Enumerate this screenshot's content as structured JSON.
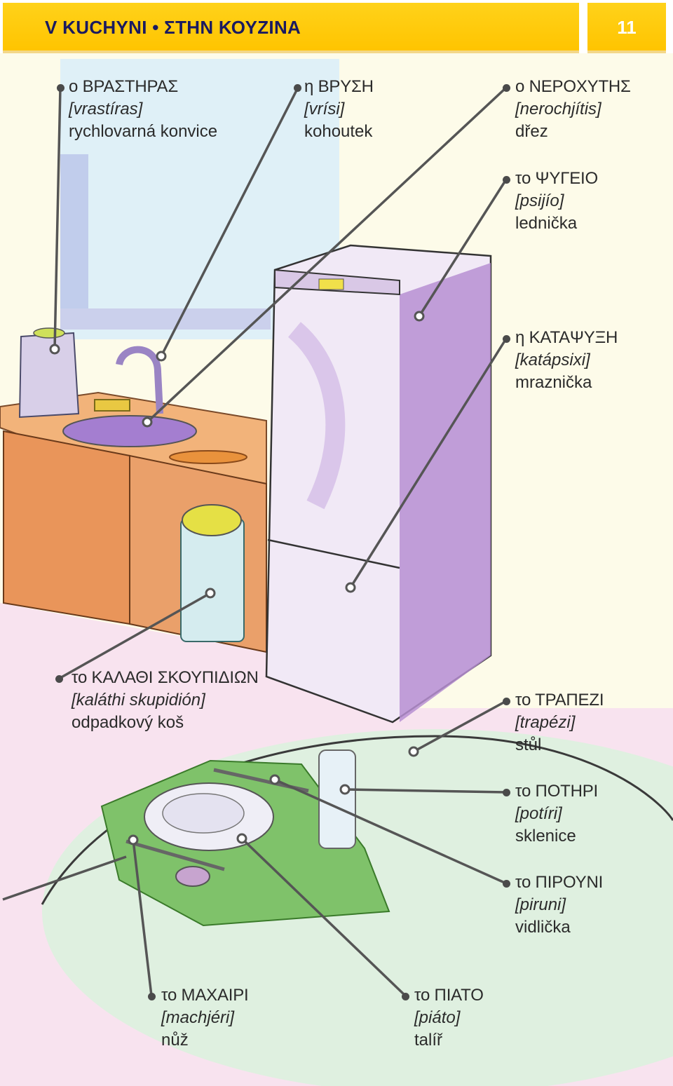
{
  "header": {
    "title": "V KUCHYNI • ΣΤΗΝ ΚΟΥΖΙΝΑ",
    "page_number": "11"
  },
  "items": [
    {
      "greek": "ο ΒΡΑΣΤΗΡΑΣ",
      "translit": "[vrastíras]",
      "czech": "rychlovarná konvice"
    },
    {
      "greek": "η ΒΡΥΣΗ",
      "translit": "[vrísi]",
      "czech": "kohoutek"
    },
    {
      "greek": "ο ΝΕΡΟΧΥΤΗΣ",
      "translit": "[nerochjítis]",
      "czech": "dřez"
    },
    {
      "greek": "το ΨΥΓΕΙΟ",
      "translit": "[psijío]",
      "czech": "lednička"
    },
    {
      "greek": "η ΚΑΤΑΨΥΞΗ",
      "translit": "[katápsixi]",
      "czech": "mraznička"
    },
    {
      "greek": "το ΚΑΛΑΘΙ ΣΚΟΥΠΙΔΙΩΝ",
      "translit": "[kaláthi skupidión]",
      "czech": "odpadkový koš"
    },
    {
      "greek": "το ΤΡΑΠΕΖΙ",
      "translit": "[trapézi]",
      "czech": "stůl"
    },
    {
      "greek": "το ΠΟΤΗΡΙ",
      "translit": "[potíri]",
      "czech": "sklenice"
    },
    {
      "greek": "το ΠΙΡΟΥΝΙ",
      "translit": "[piruni]",
      "czech": "vidlička"
    },
    {
      "greek": "το ΜΑΧΑΙΡΙ",
      "translit": "[machjéri]",
      "czech": "nůž"
    },
    {
      "greek": "το ΠΙΑΤΟ",
      "translit": "[piáto]",
      "czech": "talíř"
    }
  ],
  "colors": {
    "header_yellow": "#ffc400",
    "header_text": "#1a1a60",
    "label_text": "#2b2b2b",
    "leader_line": "#555555"
  }
}
